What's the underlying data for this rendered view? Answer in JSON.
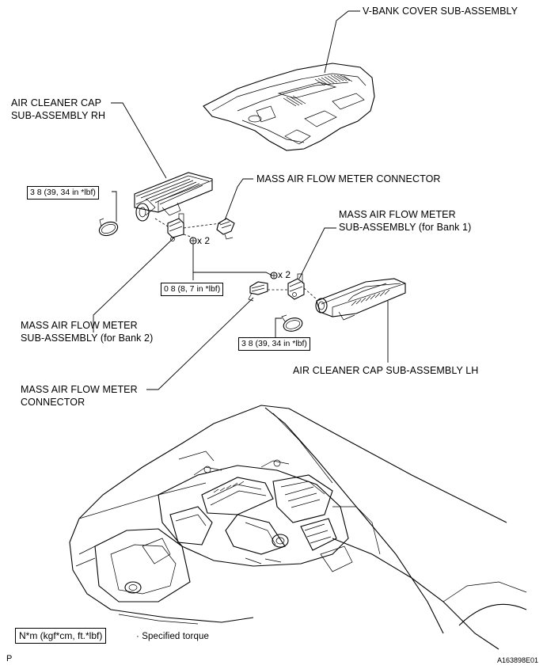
{
  "labels": {
    "v_bank_cover": "V-BANK COVER SUB-ASSEMBLY",
    "air_cleaner_rh_line1": "AIR CLEANER CAP",
    "air_cleaner_rh_line2": "SUB-ASSEMBLY RH",
    "maf_connector_top": "MASS AIR FLOW METER CONNECTOR",
    "maf_bank1_line1": "MASS AIR FLOW METER",
    "maf_bank1_line2": "SUB-ASSEMBLY (for Bank 1)",
    "maf_bank2_line1": "MASS AIR FLOW METER",
    "maf_bank2_line2": "SUB-ASSEMBLY (for Bank 2)",
    "air_cleaner_lh": "AIR CLEANER CAP SUB-ASSEMBLY LH",
    "maf_connector_bottom_line1": "MASS AIR FLOW METER",
    "maf_connector_bottom_line2": "CONNECTOR"
  },
  "torque_specs": {
    "clamp_rh": "3 8 (39, 34 in *lbf)",
    "screws": "0 8 (8, 7 in *lbf)",
    "clamp_lh": "3 8 (39, 34 in *lbf)"
  },
  "counts": {
    "upper_screws": "x 2",
    "lower_screws": "x 2"
  },
  "legend": {
    "unit_box": "N*m (kgf*cm, ft.*lbf)",
    "description": "· Specified torque"
  },
  "footer": {
    "left_code": "P",
    "figure_id": "A163898E01"
  }
}
